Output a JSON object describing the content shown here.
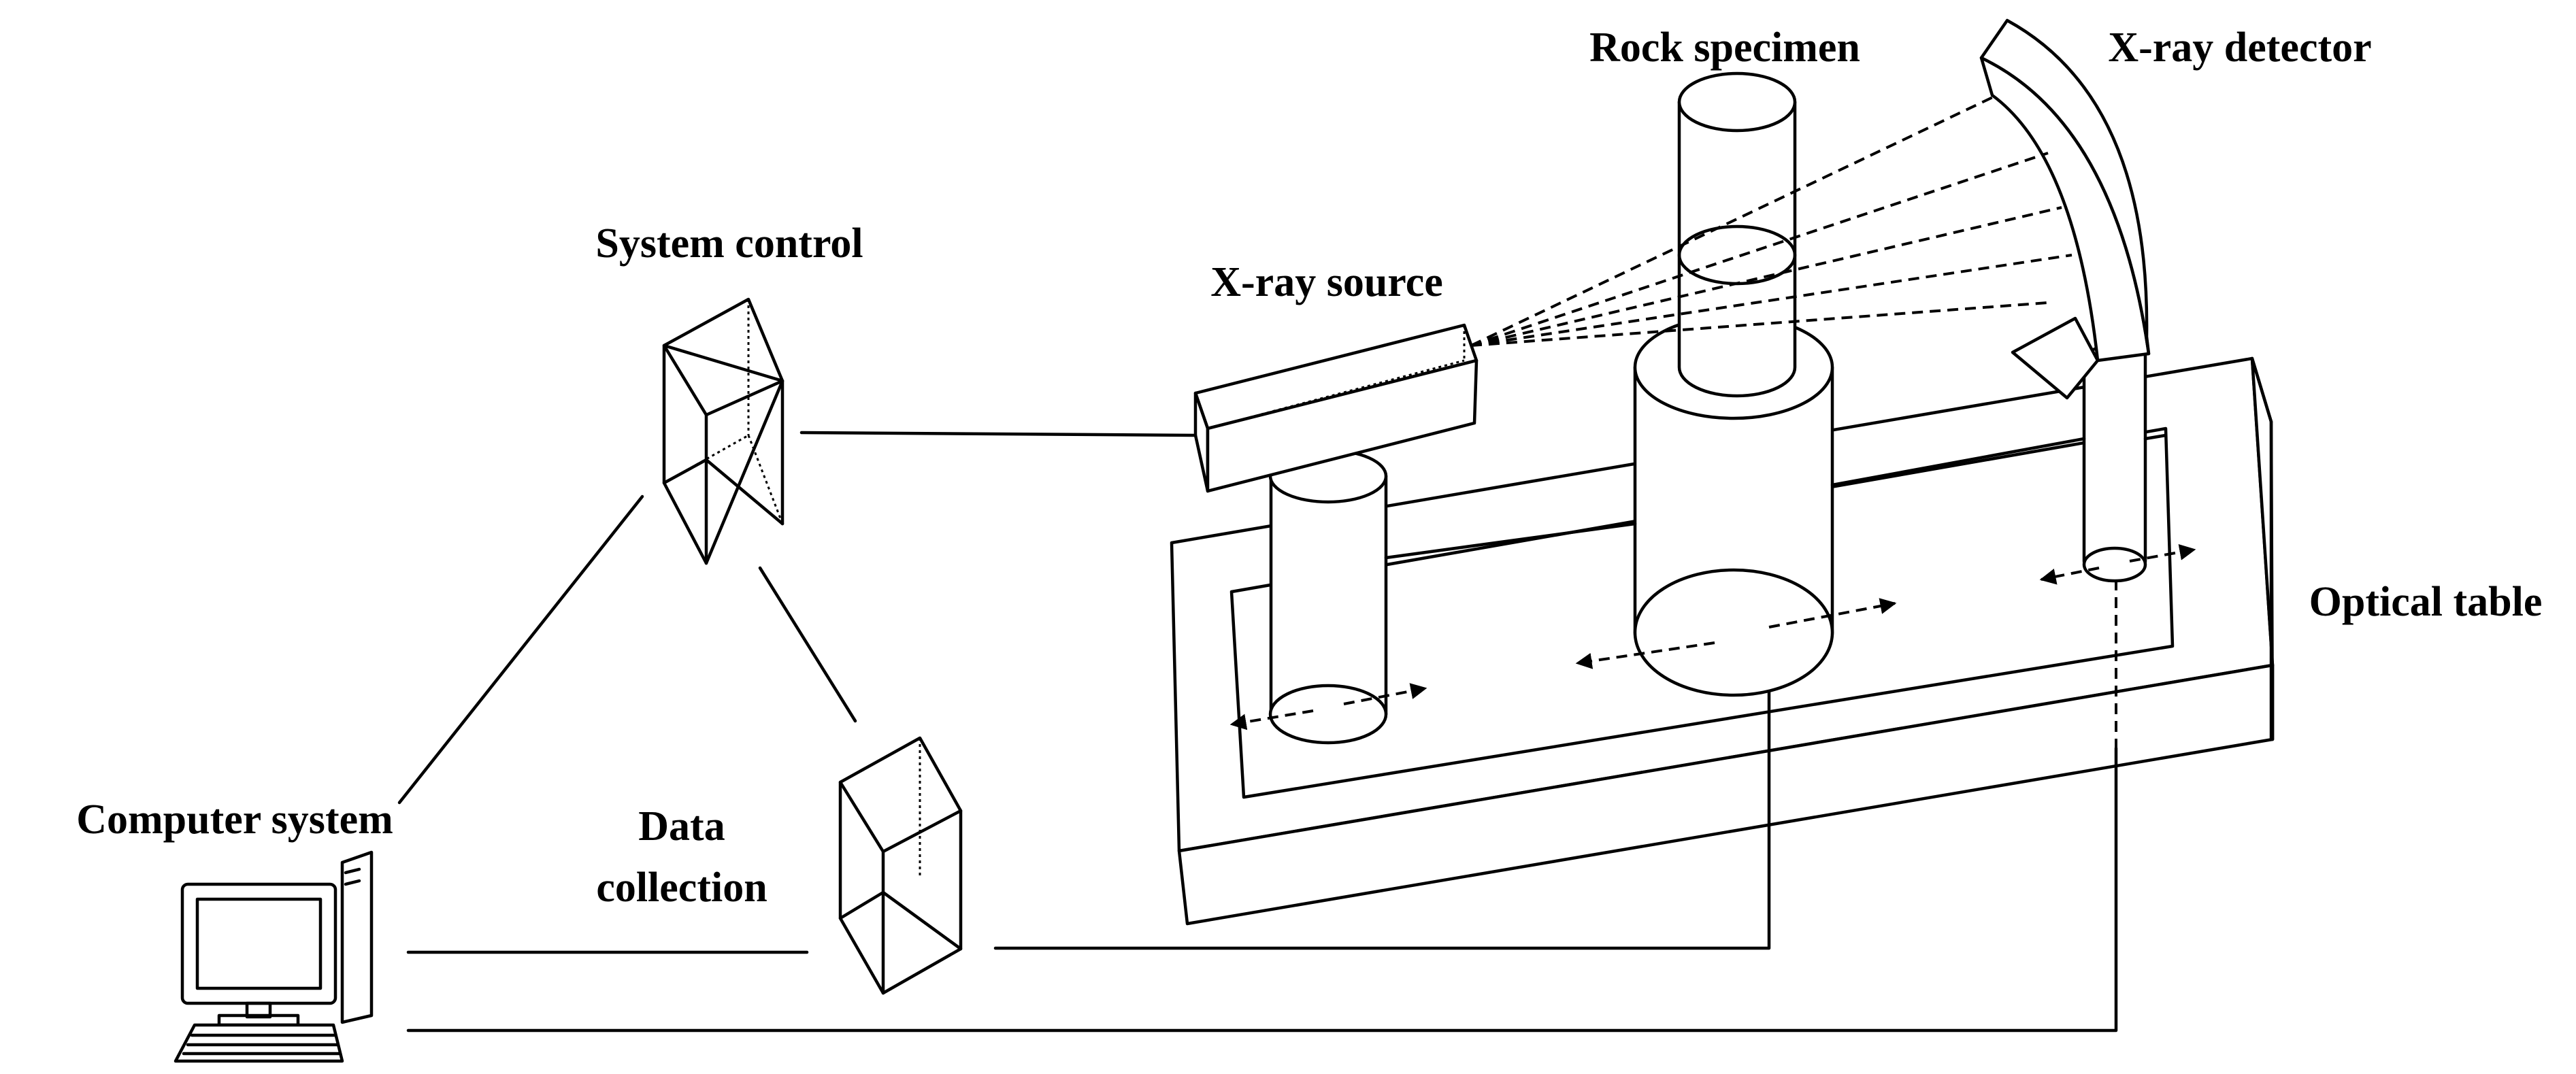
{
  "labels": {
    "rock_specimen": "Rock specimen",
    "xray_detector": "X-ray detector",
    "system_control": "System control",
    "xray_source": "X-ray source",
    "optical_table": "Optical table",
    "computer_system": "Computer system",
    "data_collection_line1": "Data",
    "data_collection_line2": "collection"
  },
  "icons": [
    "computer-icon",
    "control-unit-box",
    "data-collection-box",
    "xray-source-tube",
    "rock-specimen-cylinder",
    "xray-detector-arc",
    "optical-table"
  ],
  "colors": {
    "line": "#000000",
    "background": "#ffffff"
  }
}
